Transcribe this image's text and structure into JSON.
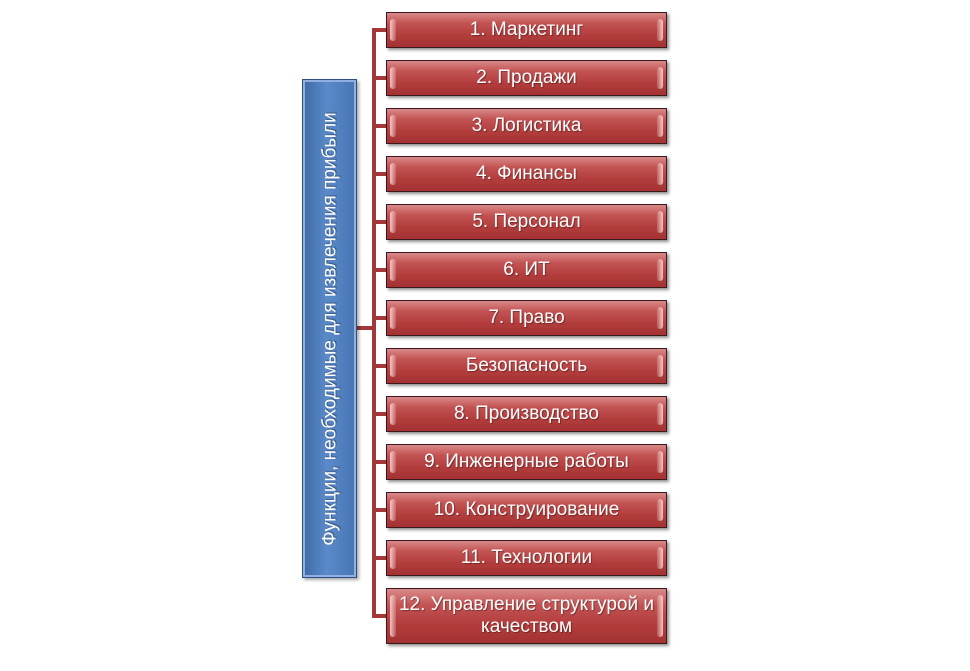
{
  "diagram": {
    "root": {
      "label": "Функции, необходимые для извлечения прибыли"
    },
    "items": [
      {
        "label": "1. Маркетинг"
      },
      {
        "label": "2. Продажи"
      },
      {
        "label": "3. Логистика"
      },
      {
        "label": "4. Финансы"
      },
      {
        "label": "5. Персонал"
      },
      {
        "label": "6. ИТ"
      },
      {
        "label": "7. Право"
      },
      {
        "label": "Безопасность"
      },
      {
        "label": "8. Производство"
      },
      {
        "label": "9. Инженерные работы"
      },
      {
        "label": "10. Конструирование"
      },
      {
        "label": "11. Технологии"
      },
      {
        "label": "12. Управление структурой и качеством"
      }
    ],
    "colors": {
      "root_fill": "#4f7fc0",
      "node_fill": "#b33d3d",
      "connector": "#a43737",
      "text": "#ffffff"
    }
  }
}
